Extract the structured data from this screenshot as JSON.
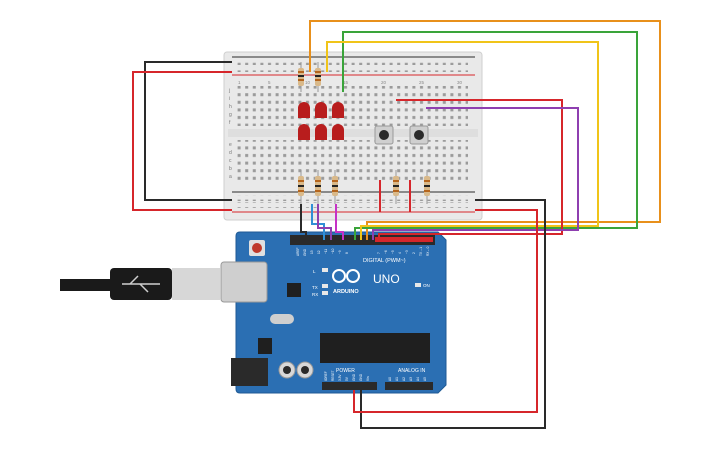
{
  "board": {
    "brand": "ARDUINO",
    "model": "UNO",
    "digital_label": "DIGITAL (PWM~)",
    "power_label": "POWER",
    "analog_label": "ANALOG IN",
    "on_label": "ON",
    "led_labels": [
      "L",
      "TX",
      "RX"
    ],
    "top_pins": [
      "AREF",
      "GND",
      "13",
      "12",
      "~11",
      "~10",
      "~9",
      "8",
      "7",
      "~6",
      "~5",
      "4",
      "~3",
      "2",
      "TX→1",
      "RX←0"
    ],
    "power_pins": [
      "IOREF",
      "RESET",
      "3.3V",
      "5V",
      "GND",
      "GND",
      "Vin"
    ],
    "analog_pins": [
      "A0",
      "A1",
      "A2",
      "A3",
      "A4",
      "A5"
    ]
  },
  "breadboard": {
    "row_letters_top": [
      "j",
      "i",
      "h",
      "g",
      "f"
    ],
    "row_letters_bottom": [
      "e",
      "d",
      "c",
      "b",
      "a"
    ],
    "col_numbers": [
      "1",
      "5",
      "10",
      "15",
      "20",
      "25",
      "30"
    ]
  },
  "colors": {
    "board": "#2b6fb3",
    "wire_red": "#d6262b",
    "wire_black": "#2a2a2a",
    "wire_orange": "#e8901b",
    "wire_green": "#3aa43a",
    "wire_yellow": "#f0c419",
    "wire_purple": "#8e3fb0",
    "wire_blue": "#2f8fd6",
    "wire_magenta": "#c631c6",
    "led_red": "#b81d1d"
  }
}
